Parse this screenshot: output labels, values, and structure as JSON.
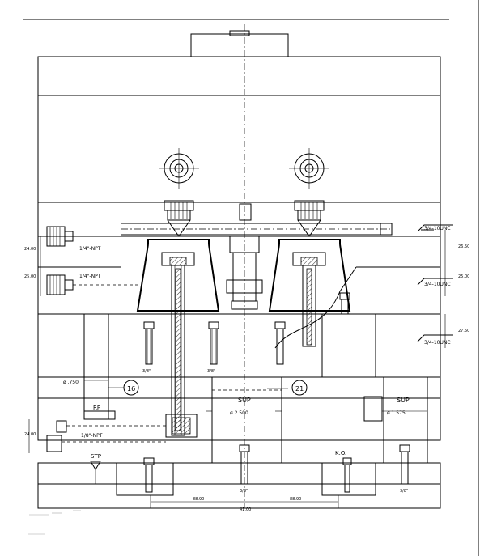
{
  "drawing": {
    "ports": {
      "upper_left_port_label": "1/4\"-NPT",
      "middle_left_port_label": "1/4\"-NPT",
      "lower_left_port_label": "1/8\"-NPT"
    },
    "threads": {
      "right_1": "3/4-10UNC",
      "right_2": "3/4-10UNC",
      "right_3": "3/4-10UNC",
      "bolt_a": "3/8\"",
      "bolt_b": "3/8\"",
      "bolt_c": "3/8\"",
      "bolt_d": "3/8\""
    },
    "dims": {
      "left_1": "24.00",
      "left_2": "25.00",
      "left_3": "24.00",
      "right_1": "26.50",
      "right_2": "25.00",
      "right_3": "27.50",
      "dia_750": "ø .750",
      "dia_2500": "ø 2.500",
      "dia_1575": "ø 1.575",
      "bottom_left": "88.90",
      "bottom_right": "88.90",
      "bottom_total": "41.00"
    },
    "callouts": {
      "balloon_16": "16",
      "balloon_21": "21",
      "rp": "RP",
      "sup_left": "SUP",
      "sup_right": "SUP",
      "ko": "K.O.",
      "stp": "STP"
    }
  }
}
